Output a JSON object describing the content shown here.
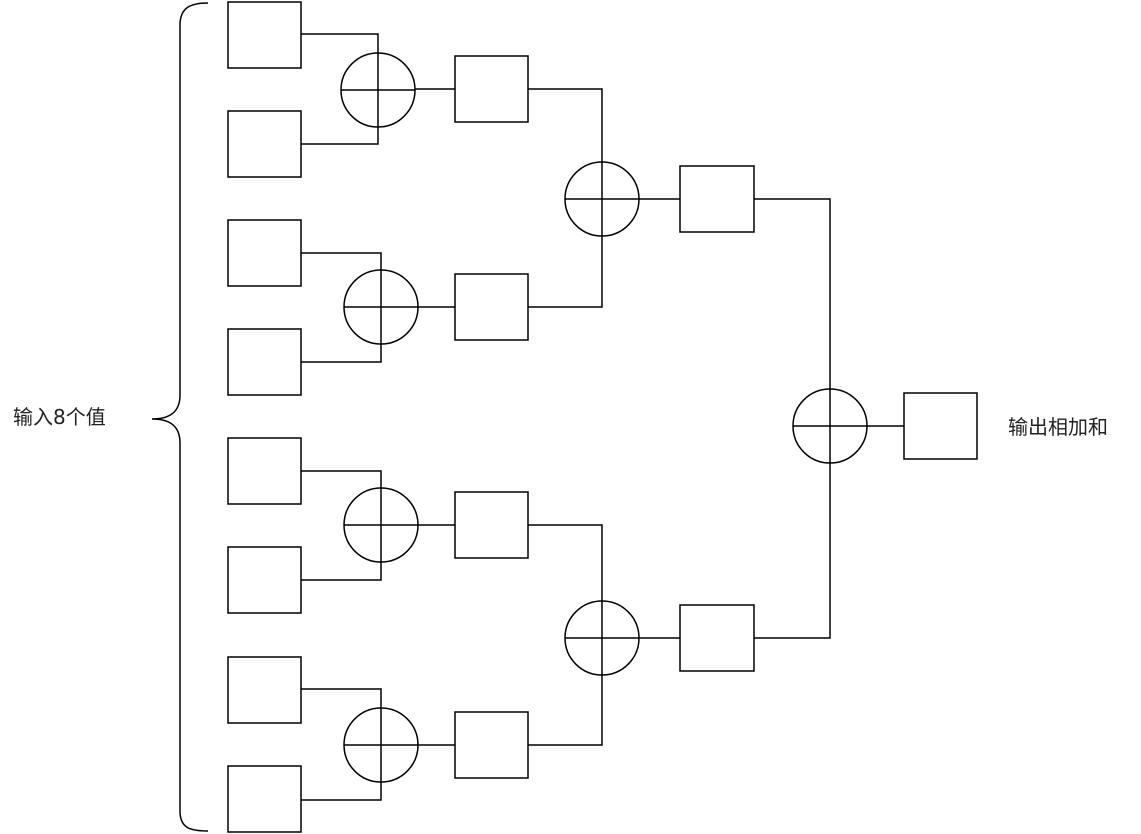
{
  "diagram": {
    "input_label": "输入8个值",
    "output_label": "输出相加和",
    "input_count": 8,
    "adder_symbol": "circle-plus-icon"
  }
}
